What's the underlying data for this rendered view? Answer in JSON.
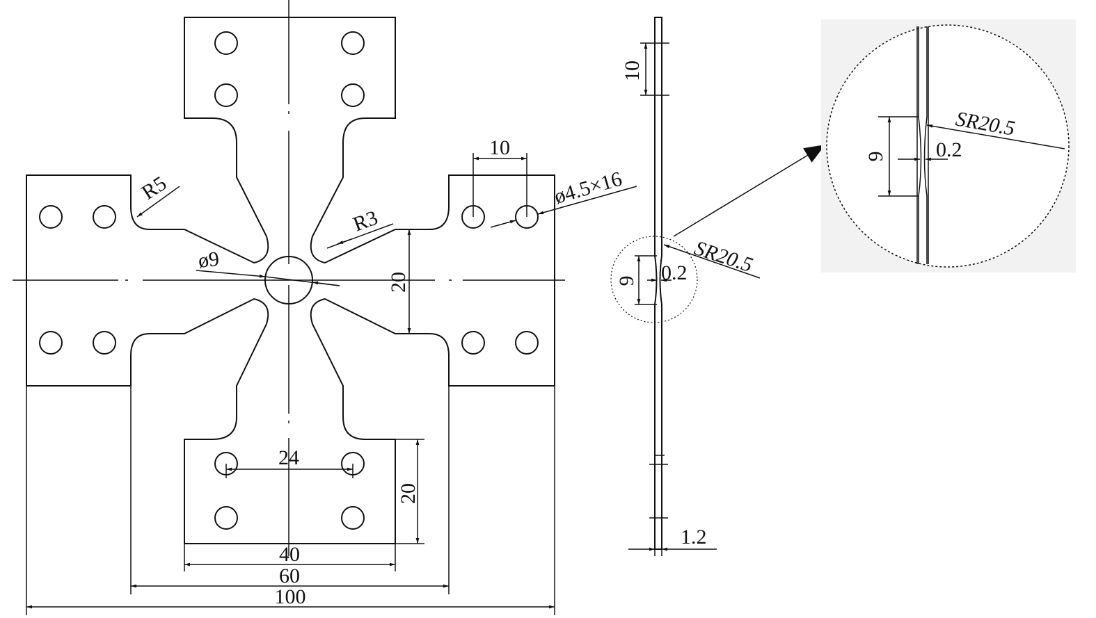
{
  "front_view": {
    "dims": {
      "width_100": "100",
      "width_60": "60",
      "width_40": "40",
      "hole_spacing_24": "24",
      "tab_height_20": "20",
      "arm_gap_20": "20",
      "hole_spacing_10": "10",
      "hole_spec": "ø4.5×16",
      "fillet_r5": "R5",
      "fillet_r3": "R3",
      "center_hole": "ø9"
    }
  },
  "side_view": {
    "dims": {
      "length_10": "10",
      "neck_height_9": "9",
      "neck_thickness": "0.2",
      "sphere_radius": "SR20.5",
      "thickness": "1.2"
    }
  },
  "detail_view": {
    "dims": {
      "neck_height_9": "9",
      "neck_thickness": "0.2",
      "sphere_radius": "SR20.5"
    }
  }
}
